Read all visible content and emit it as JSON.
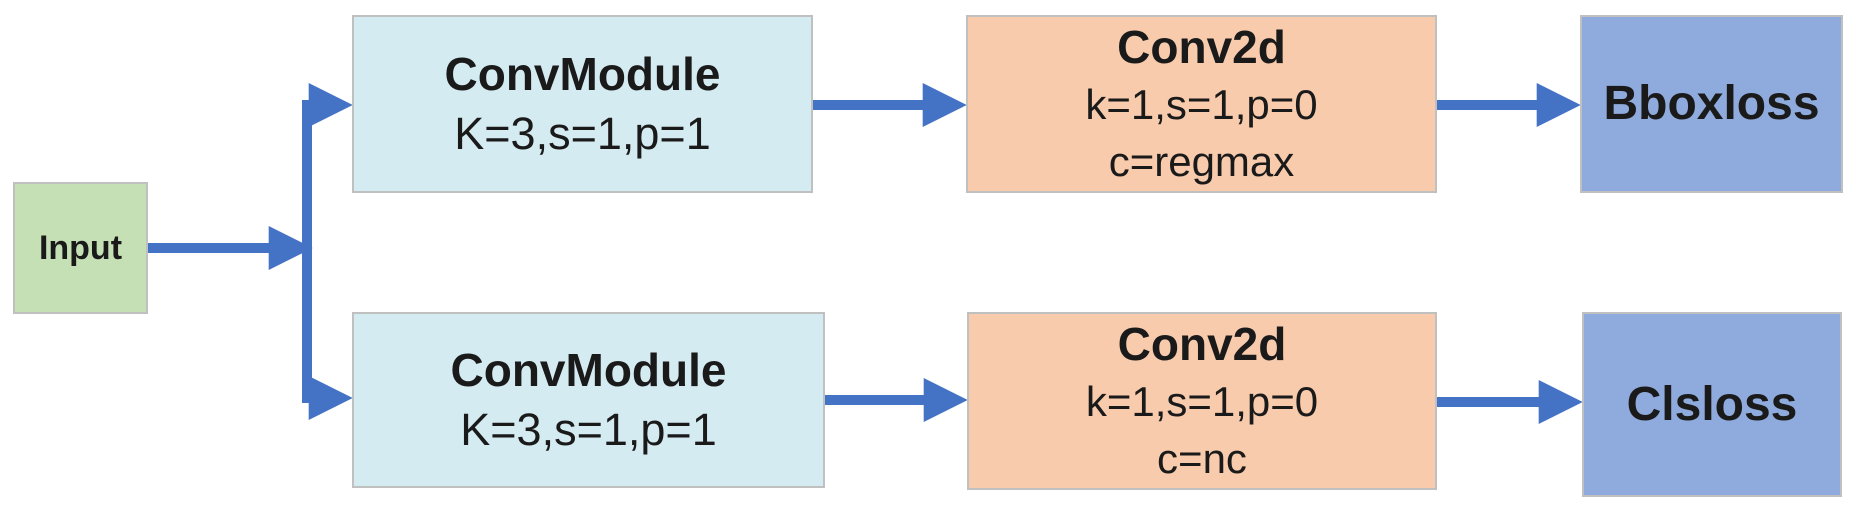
{
  "nodes": {
    "input": {
      "label": "Input"
    },
    "conv_module_top": {
      "title": "ConvModule",
      "params": "K=3,s=1,p=1"
    },
    "conv2d_top": {
      "title": "Conv2d",
      "params_line1": "k=1,s=1,p=0",
      "params_line2": "c=regmax"
    },
    "bbox_loss": {
      "label": "Bboxloss"
    },
    "conv_module_bottom": {
      "title": "ConvModule",
      "params": "K=3,s=1,p=1"
    },
    "conv2d_bottom": {
      "title": "Conv2d",
      "params_line1": "k=1,s=1,p=0",
      "params_line2": "c=nc"
    },
    "cls_loss": {
      "label": "Clsloss"
    }
  },
  "colors": {
    "input_fill": "#c5e0b4",
    "conv_module_fill": "#d5ebf2",
    "conv2d_fill": "#f8cbad",
    "loss_fill": "#8faadc",
    "arrow": "#4472c4",
    "border": "#c0c0c0",
    "text": "#1a1a1a",
    "background": "#ffffff"
  }
}
